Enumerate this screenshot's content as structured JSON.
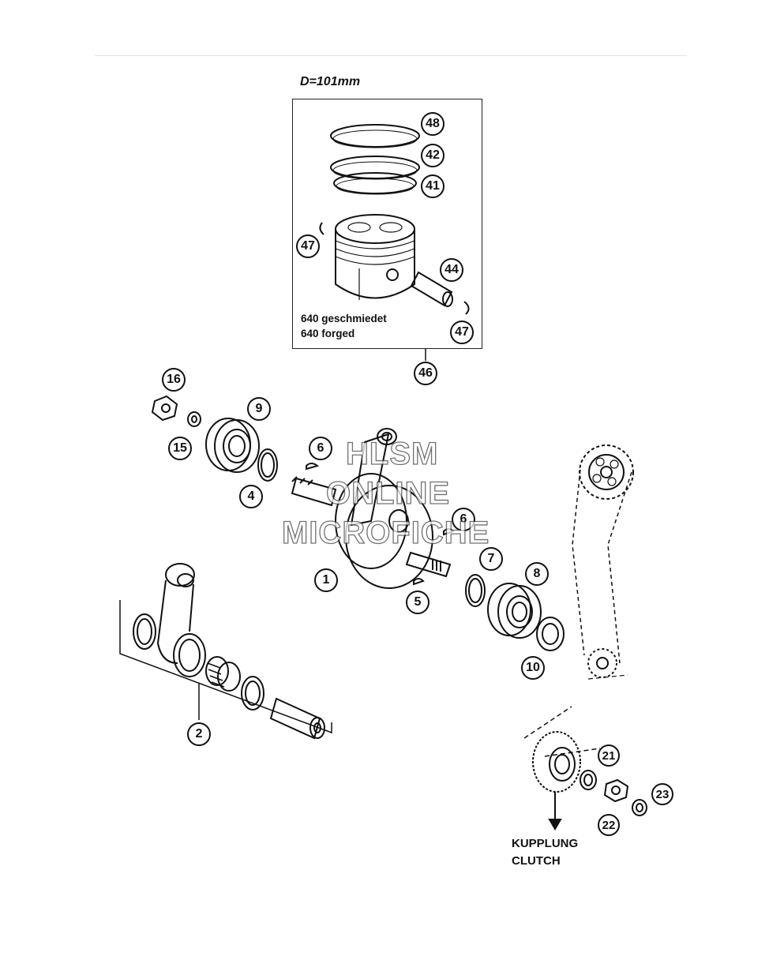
{
  "diagram": {
    "dimension_label": "D=101mm",
    "piston_note_de": "640 geschmiedet",
    "piston_note_en": "640 forged",
    "clutch_label_de": "KUPPLUNG",
    "clutch_label_en": "CLUTCH",
    "watermark": [
      "HLSM",
      "ONLINE",
      "MICROFICHE"
    ],
    "callouts": {
      "c48": "48",
      "c42": "42",
      "c41": "41",
      "c47a": "47",
      "c44": "44",
      "c47b": "47",
      "c46": "46",
      "c16": "16",
      "c9": "9",
      "c15": "15",
      "c4": "4",
      "c6a": "6",
      "c6b": "6",
      "c1": "1",
      "c7": "7",
      "c8": "8",
      "c5": "5",
      "c10": "10",
      "c2": "2",
      "c21": "21",
      "c22": "22",
      "c23": "23"
    }
  }
}
